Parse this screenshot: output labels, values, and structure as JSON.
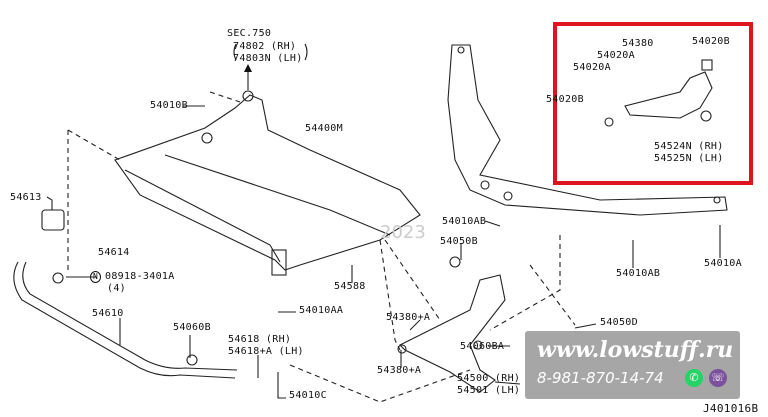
{
  "diagram": {
    "code": "J401016B",
    "sec_ref": {
      "title": "SEC.750",
      "rh": "74802  (RH)",
      "lh": "74803N (LH)"
    },
    "labels": {
      "p54010B": "54010B",
      "p54400M": "54400M",
      "p54613": "54613",
      "p54614": "54614",
      "p08918": "08918-3401A",
      "p08918_qty": "(4)",
      "p08918_mark": "N",
      "p54610": "54610",
      "p54060B": "54060B",
      "p54618_rh": "54618 (RH)",
      "p54618_lh": "54618+A (LH)",
      "p54010C": "54010C",
      "p54010AA": "54010AA",
      "p54588": "54588",
      "p54380A_1": "54380+A",
      "p54380A_2": "54380+A",
      "p54010AB_1": "54010AB",
      "p54050B": "54050B",
      "p54010AB_2": "54010AB",
      "p54010A": "54010A",
      "p54050D": "54050D",
      "p54060BA": "54060BA",
      "p54500_rh": "54500 (RH)",
      "p54501_lh": "54501 (LH)"
    },
    "highlight": {
      "color": "#e0141e",
      "labels": {
        "p54380": "54380",
        "p54020B_1": "54020B",
        "p54020A_1": "54020A",
        "p54020A_2": "54020A",
        "p54020B_2": "54020B",
        "p54524N": "54524N (RH)",
        "p54525N": "54525N (LH)"
      }
    }
  },
  "watermark": {
    "url": "www.lowstuff.ru",
    "phone": "8-981-870-14-74",
    "year": "2023",
    "whatsapp_icon": "whatsapp-icon",
    "viber_icon": "viber-icon"
  }
}
